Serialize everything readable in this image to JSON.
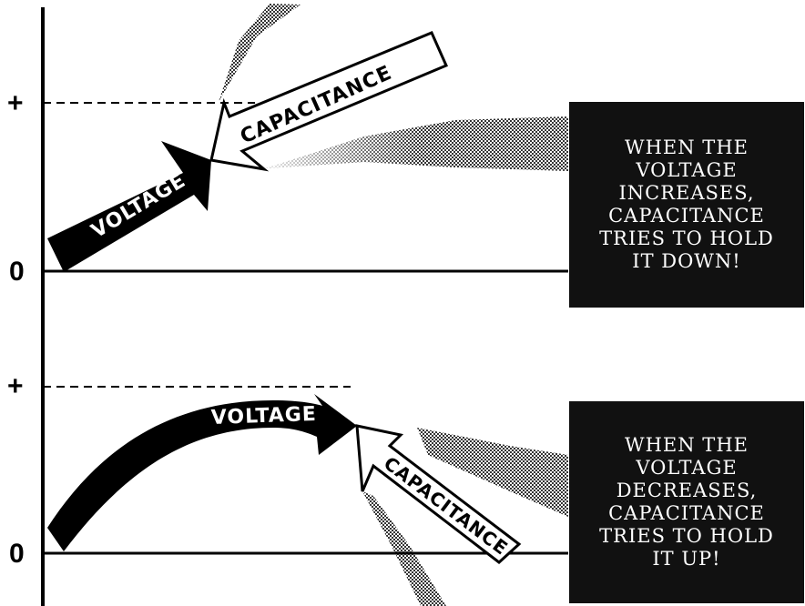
{
  "top_panel": {
    "plus_label": "+",
    "zero_label": "0",
    "voltage_arrow_label": "VOLTAGE",
    "capacitance_arrow_label": "CAPACITANCE",
    "note_lines": [
      "WHEN THE",
      "VOLTAGE",
      "INCREASES,",
      "CAPACITANCE",
      "TRIES TO HOLD",
      "IT DOWN!"
    ]
  },
  "bottom_panel": {
    "plus_label": "+",
    "zero_label": "0",
    "voltage_arrow_label": "VOLTAGE",
    "capacitance_arrow_label": "CAPACITANCE",
    "note_lines": [
      "WHEN THE",
      "VOLTAGE",
      "DECREASES,",
      "CAPACITANCE",
      "TRIES TO HOLD",
      "IT UP!"
    ]
  },
  "colors": {
    "ink": "#000000",
    "box": "#111111",
    "paper": "#ffffff",
    "shade": "#555555"
  }
}
